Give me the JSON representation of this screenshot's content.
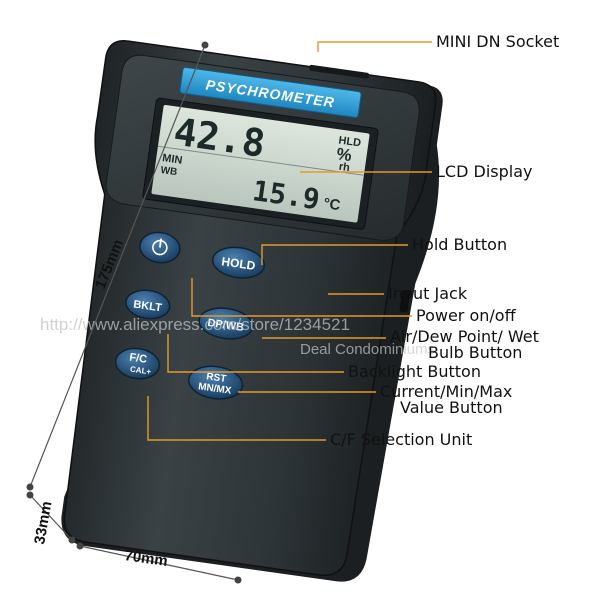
{
  "device": {
    "brand_label": "PSYCHROMETER",
    "lcd": {
      "main_value": "42.8",
      "main_unit": "%",
      "main_subunit": "rh",
      "hold_indicator": "HLD",
      "min_indicator": "MIN",
      "wb_indicator": "WB",
      "secondary_value": "15.9",
      "secondary_unit": "°C"
    },
    "buttons": {
      "power_symbol": "⏻",
      "hold": "HOLD",
      "backlight": "BKLT",
      "dp_wb": "DP/WB",
      "fc_line1": "F/C",
      "fc_line2": "CAL+",
      "rst_line1": "RST",
      "rst_line2": "MN/MX"
    }
  },
  "callouts": {
    "mini_dn_socket": "MINI DN Socket",
    "lcd_display": "LCD Display",
    "hold_button": "Hold Button",
    "input_jack": "Input Jack",
    "power": "Power on/off",
    "air_dew_line1": "Air/Dew Point/ Wet",
    "air_dew_line2": "Bulb Button",
    "backlight_button": "Backlight Button",
    "current_line1": "Current/Min/Max",
    "current_line2": "Value Button",
    "cf_selection": "C/F Selection Unit"
  },
  "dimensions": {
    "length": "175mm",
    "depth": "33mm",
    "width": "70mm"
  },
  "watermark": {
    "line1": "http://www.aliexpress.com/store/1234521",
    "line2": "Deal Condominiums"
  },
  "colors": {
    "leader": "#e29a2c",
    "body": "#2b3133",
    "lcd": "#cfd9d0",
    "label_blue": "#2d9fd8",
    "button_blue": "#24507a"
  }
}
